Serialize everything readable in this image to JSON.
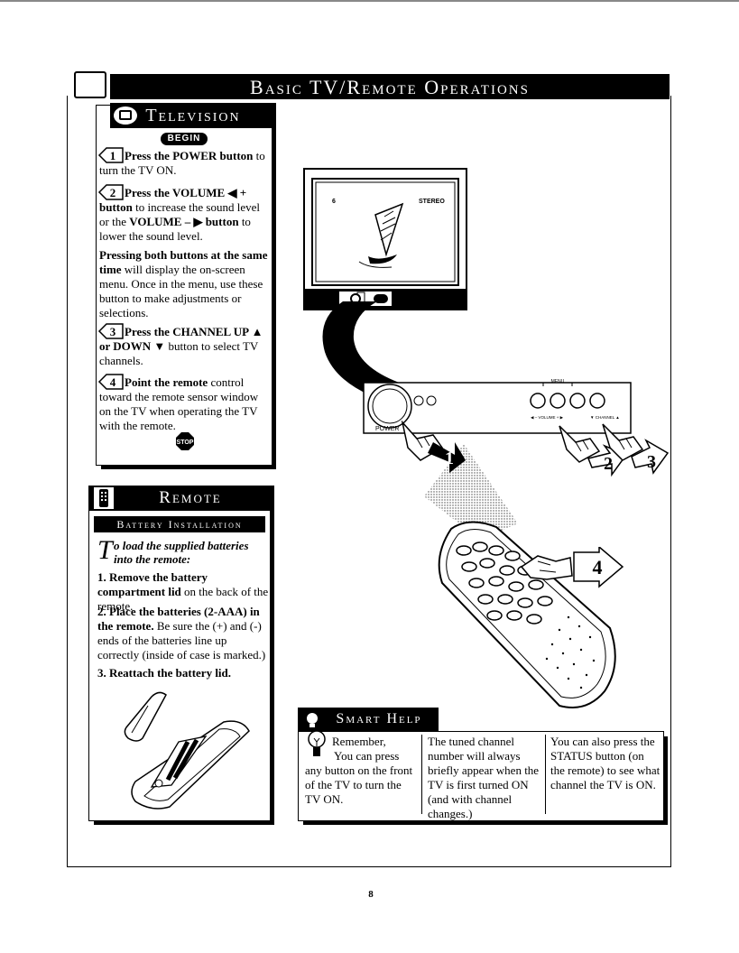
{
  "page": {
    "title": "Basic TV/Remote Operations",
    "page_number": "8"
  },
  "television": {
    "heading": "Television",
    "begin": "BEGIN",
    "steps": [
      {
        "num": "1",
        "bold": "Press the POWER button",
        "text": " to turn the TV ON."
      },
      {
        "num": "2",
        "bold": "Press the VOLUME ◀ + button",
        "text": " to increase the sound level or the ",
        "bold2": "VOLUME – ▶  button",
        "text2": " to lower the sound level."
      },
      {
        "num": "3",
        "bold": "Press the CHANNEL UP ▲ or DOWN ▼",
        "text": " button to select TV channels."
      },
      {
        "num": "4",
        "bold": "Point the remote",
        "text": " control toward the remote sensor window on the TV when operating the TV with the remote."
      }
    ],
    "note_bold": "Pressing both buttons at the same time",
    "note_text": " will display the on-screen menu. Once in the menu, use these button to make adjustments or selections.",
    "stop": "STOP"
  },
  "remote": {
    "heading": "Remote",
    "sub_heading": "Battery Installation",
    "intro_cap": "T",
    "intro": "o load the supplied batteries into the remote:",
    "items": [
      {
        "bold": "1.  Remove the battery compartment lid",
        "text": " on the back of the remote."
      },
      {
        "bold": "2.  Place the batteries (2-AAA) in the remote.",
        "text": " Be sure the (+) and (-) ends of the batteries line up correctly (inside of case is marked.)"
      },
      {
        "bold": "3.  Reattach the battery lid.",
        "text": ""
      }
    ]
  },
  "illustration": {
    "tv_channel": "6",
    "tv_stereo": "STEREO",
    "power_label": "POWER",
    "menu_label": "MENU",
    "volume_label": "◀ – VOLUME + ▶",
    "channel_label": "▼ CHANNEL ▲",
    "callouts": [
      "1",
      "2",
      "3",
      "4"
    ]
  },
  "smart_help": {
    "heading": "Smart Help",
    "col1_first": "Remember,",
    "col1_second": "You can press",
    "col1_rest": "any button on the front of the TV to turn the TV ON.",
    "col2": "The tuned channel number will always briefly appear when the TV is first turned ON (and with channel changes.)",
    "col3": "You can also press the STATUS button (on the remote) to see what channel the TV is ON."
  }
}
